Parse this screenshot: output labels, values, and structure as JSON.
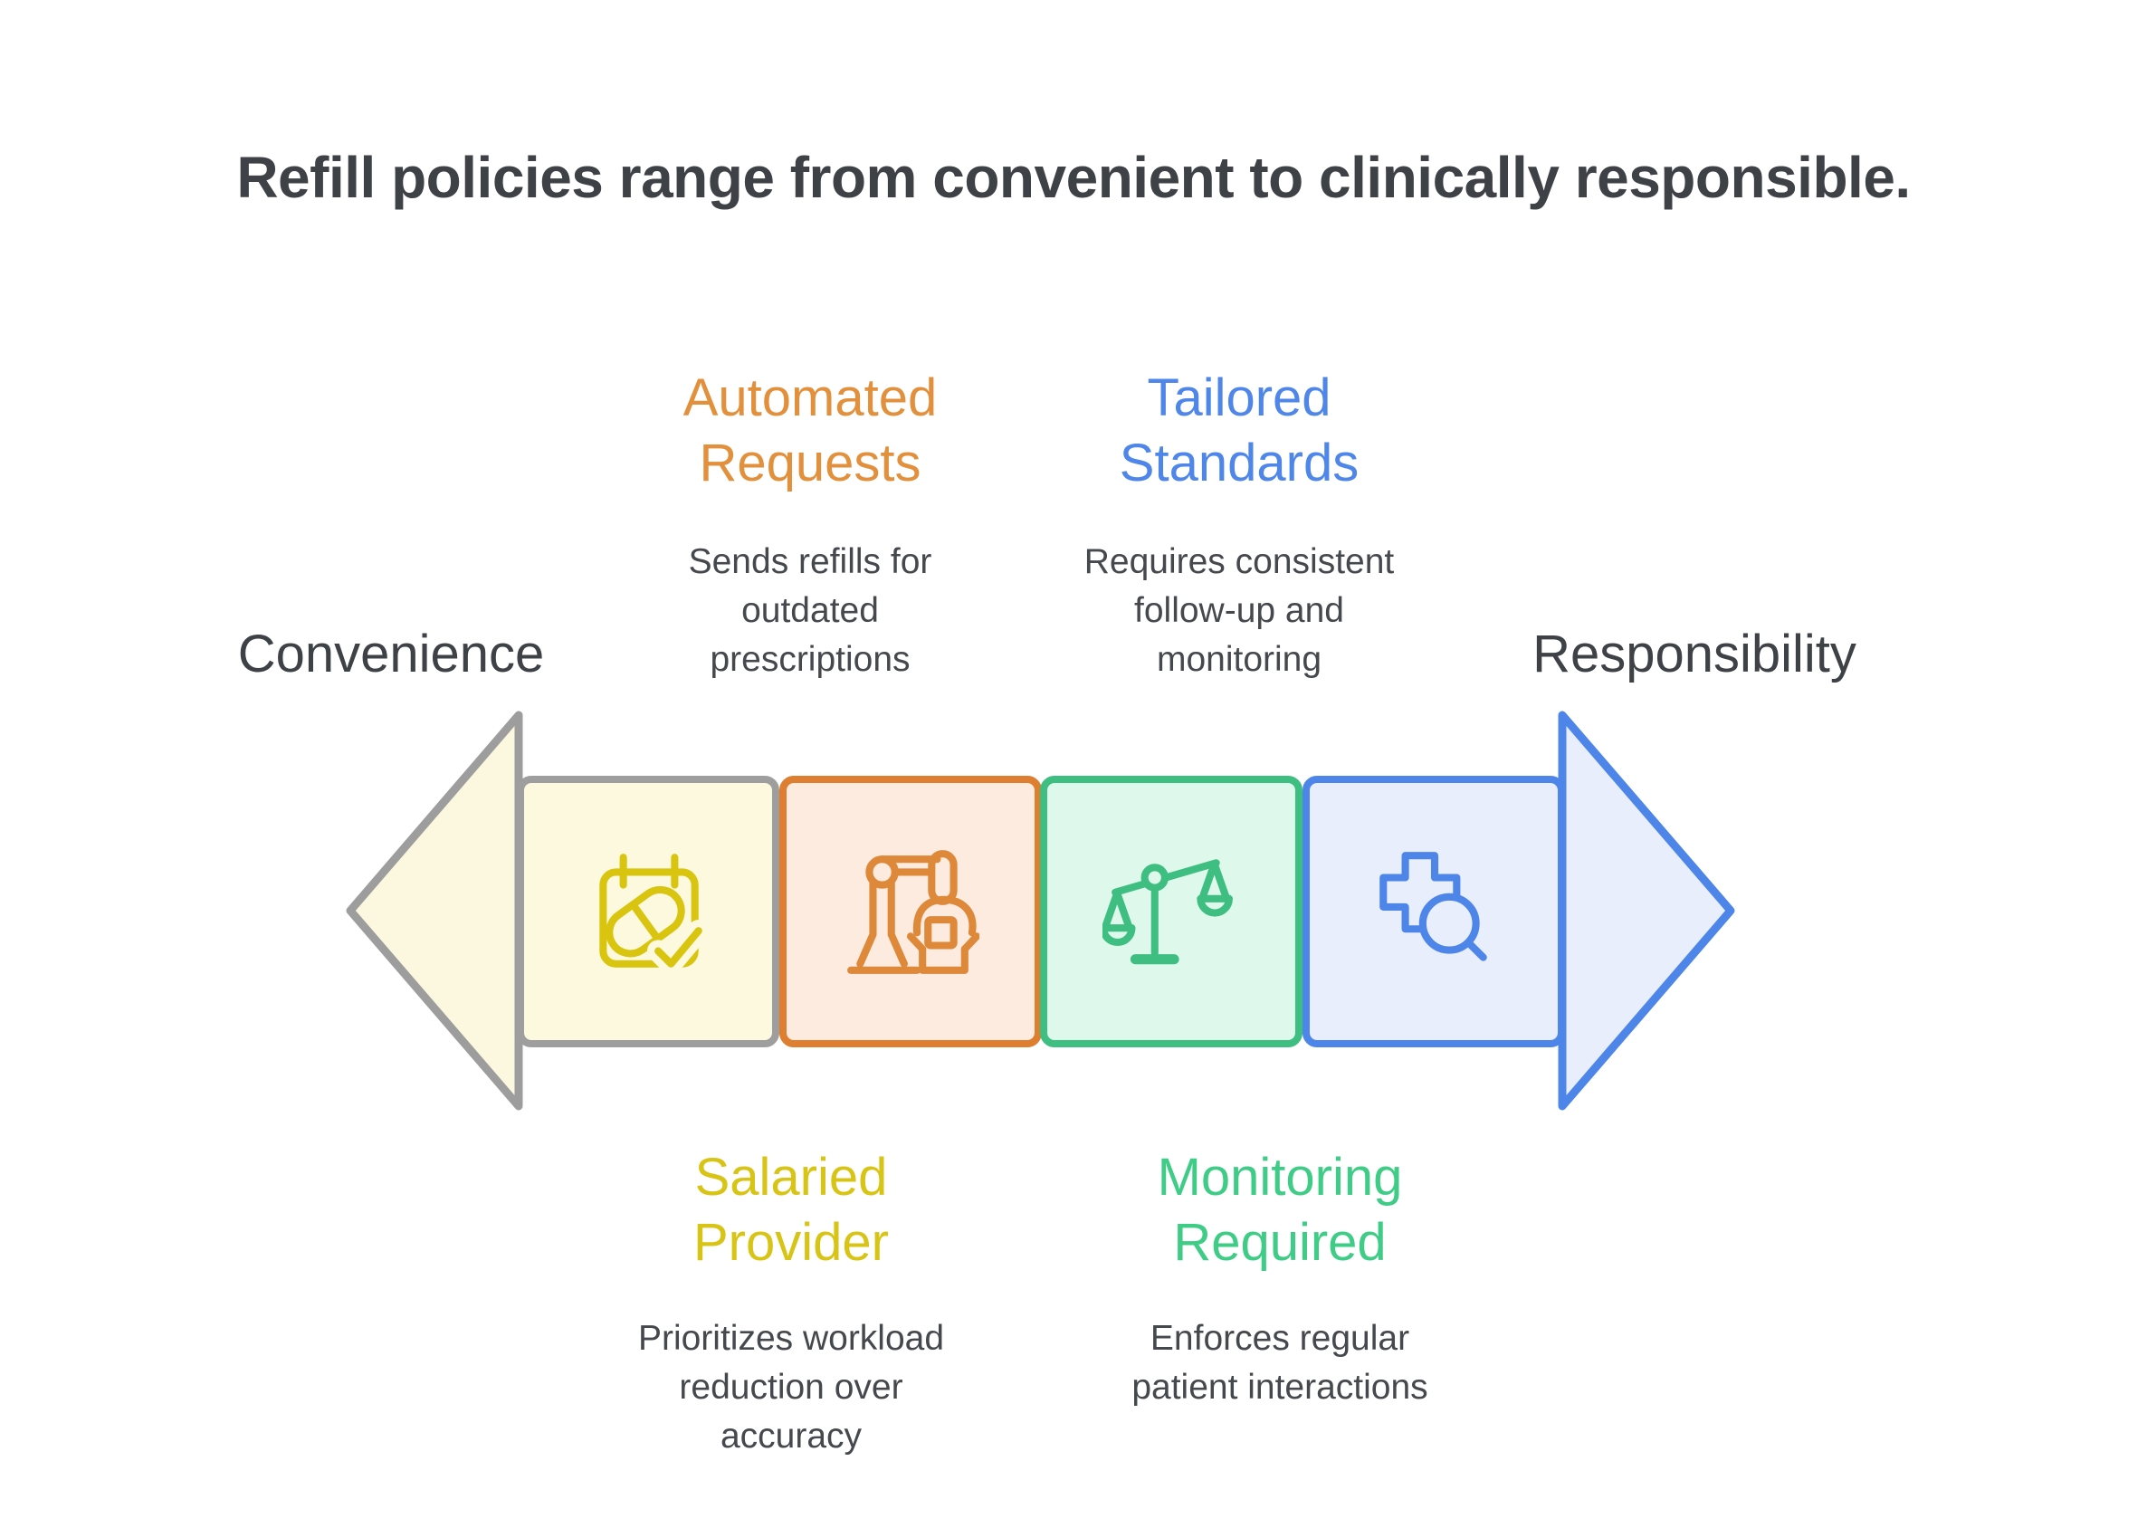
{
  "title": "Refill policies range from convenient to clinically responsible.",
  "spectrum": {
    "left_end": {
      "label": "Convenience"
    },
    "right_end": {
      "label": "Responsibility"
    }
  },
  "annotations": {
    "top": [
      {
        "heading": "Automated\nRequests",
        "description": "Sends refills for\noutdated\nprescriptions",
        "color": "#e2903c"
      },
      {
        "heading": "Tailored\nStandards",
        "description": "Requires consistent\nfollow-up and\nmonitoring",
        "color": "#4e86e9"
      }
    ],
    "bottom": [
      {
        "heading": "Salaried\nProvider",
        "description": "Prioritizes workload\nreduction over\naccuracy",
        "color": "#d7c414"
      },
      {
        "heading": "Monitoring\nRequired",
        "description": "Enforces regular\npatient interactions",
        "color": "#3ecc86"
      }
    ]
  },
  "stages": [
    {
      "name": "salaried-provider",
      "icon": "calendar-pill-icon",
      "box_fill": "#fdf9df",
      "box_border": "#9e9e9e",
      "icon_color": "#d9c50f"
    },
    {
      "name": "automated-requests",
      "icon": "robot-arm-icon",
      "box_fill": "#fcebde",
      "box_border": "#dd7e31",
      "icon_color": "#de883a"
    },
    {
      "name": "monitoring-required",
      "icon": "scales-icon",
      "box_fill": "#dff8ec",
      "box_border": "#3fbe81",
      "icon_color": "#3fbe81"
    },
    {
      "name": "tailored-standards",
      "icon": "cross-magnifier-icon",
      "box_fill": "#e8eefc",
      "box_border": "#4d86e8",
      "icon_color": "#4d86e8"
    }
  ],
  "arrows": {
    "left": {
      "direction": "left",
      "fill": "#fcf8df",
      "border": "#9d9d9d"
    },
    "right": {
      "direction": "right",
      "fill": "#e8eefc",
      "border": "#4d86e8"
    }
  },
  "text_colors": {
    "title": "#3e4246",
    "body": "#45484c"
  }
}
